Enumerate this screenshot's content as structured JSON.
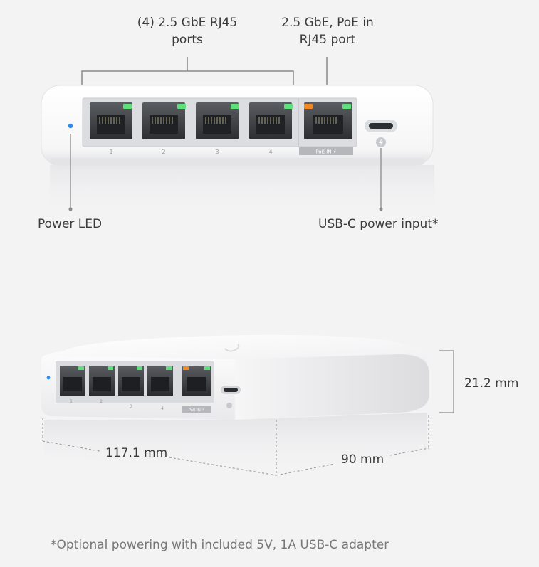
{
  "callouts": {
    "ports": "(4) 2.5 GbE RJ45\nports",
    "ports_line1": "(4) 2.5 GbE RJ45",
    "ports_line2": "ports",
    "poe_line1": "2.5 GbE, PoE in",
    "poe_line2": "RJ45 port",
    "power_led": "Power LED",
    "usbc": "USB-C power input*"
  },
  "front_view": {
    "port_numbers": [
      "1",
      "2",
      "3",
      "4"
    ],
    "poe_label": "PoE IN ⚡",
    "led_colors": {
      "link": "#5ee07a",
      "poe": "#f08a24",
      "power": "#2d8cf0"
    }
  },
  "dimensions": {
    "height": "21.2 mm",
    "width": "117.1 mm",
    "depth": "90 mm"
  },
  "iso_view": {
    "port_numbers": [
      "1",
      "2",
      "3",
      "4"
    ],
    "poe_label": "PoE IN ⚡"
  },
  "footnote": "*Optional powering with included 5V, 1A USB-C adapter",
  "icons": [
    "power-bolt-icon",
    "usb-c-port-icon",
    "ubiquiti-logo-icon"
  ]
}
